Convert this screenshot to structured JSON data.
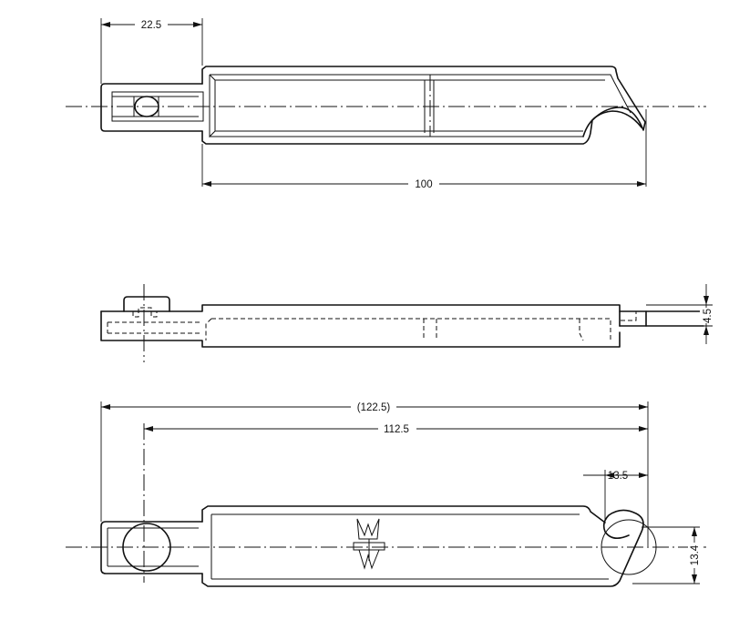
{
  "drawing": {
    "views": [
      "top-view",
      "side-view",
      "bottom-view"
    ],
    "dimensions": {
      "tail_length": "22.5",
      "body_length": "100",
      "thickness": "4.5",
      "overall_length": "(122.5)",
      "pin_to_tip_length": "112.5",
      "hook_offset": "13.5",
      "hook_height": "13.4"
    }
  }
}
